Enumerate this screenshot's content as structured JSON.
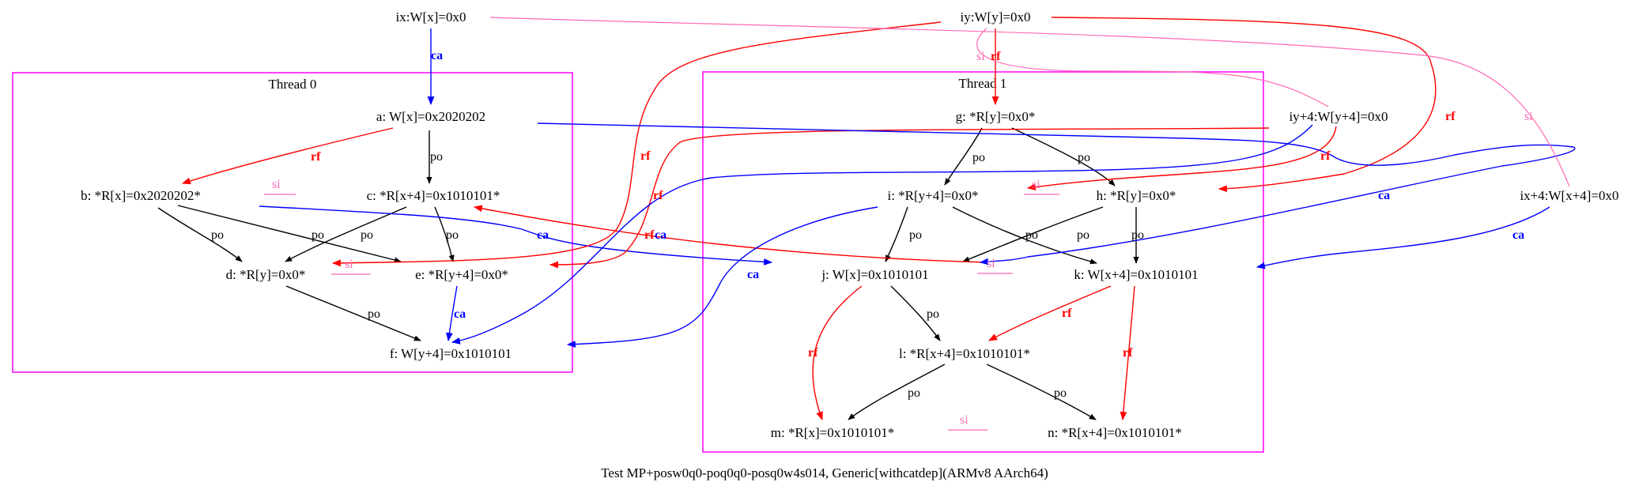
{
  "caption": "Test MP+posw0q0-poq0q0-posq0w4s014, Generic[withcatdep](ARMv8 AArch64)",
  "colors": {
    "po": "#000000",
    "rf": "#ff0000",
    "ca": "#0000ff",
    "si": "#ff69b4",
    "cluster": "#ff00ff"
  },
  "clusters": {
    "thread0": "Thread 0",
    "thread1": "Thread 1"
  },
  "nodes": {
    "ix": "ix:W[x]=0x0",
    "iy": "iy:W[y]=0x0",
    "iy4": "iy+4:W[y+4]=0x0",
    "ix4": "ix+4:W[x+4]=0x0",
    "a": "a: W[x]=0x2020202",
    "b": "b: *R[x]=0x2020202*",
    "c": "c: *R[x+4]=0x1010101*",
    "d": "d: *R[y]=0x0*",
    "e": "e: *R[y+4]=0x0*",
    "f": "f: W[y+4]=0x1010101",
    "g": "g: *R[y]=0x0*",
    "h": "h: *R[y]=0x0*",
    "i": "i: *R[y+4]=0x0*",
    "j": "j: W[x]=0x1010101",
    "k": "k: W[x+4]=0x1010101",
    "l": "l: *R[x+4]=0x1010101*",
    "m": "m: *R[x]=0x1010101*",
    "n": "n: *R[x+4]=0x1010101*"
  },
  "edge_labels": {
    "po": "po",
    "rf": "rf",
    "ca": "ca",
    "si": "si"
  }
}
